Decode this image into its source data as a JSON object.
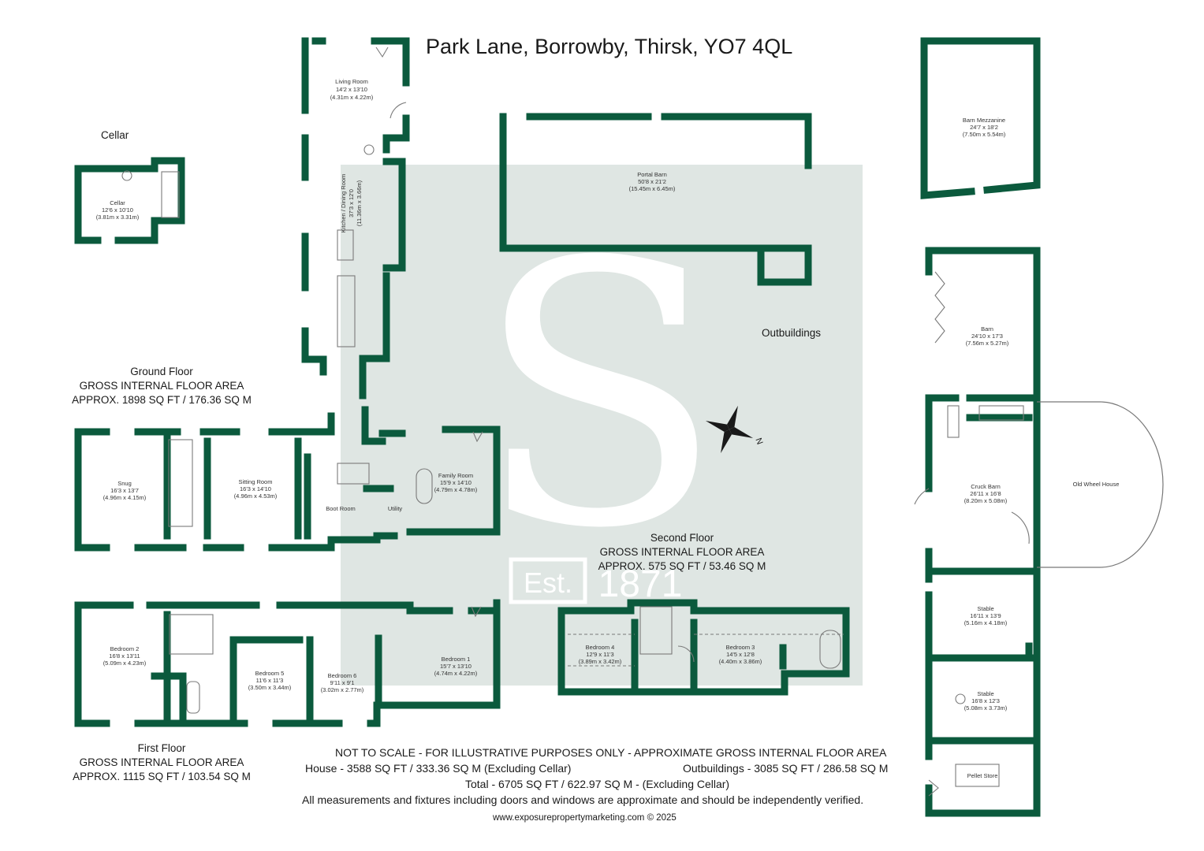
{
  "title": "Park Lane, Borrowby, Thirsk, YO7 4QL",
  "colors": {
    "wall": "#0b5a3d",
    "watermark_panel": "#dfe6e3",
    "watermark_mark": "#ffffff"
  },
  "watermark": {
    "letter": "S",
    "est": "Est.",
    "year": "1871"
  },
  "sections": {
    "cellar": "Cellar",
    "outbuildings": "Outbuildings"
  },
  "floors": {
    "ground": {
      "name": "Ground Floor",
      "line1": "GROSS INTERNAL FLOOR AREA",
      "line2": "APPROX. 1898 SQ FT / 176.36 SQ M"
    },
    "first": {
      "name": "First Floor",
      "line1": "GROSS INTERNAL FLOOR AREA",
      "line2": "APPROX. 1115 SQ FT / 103.54 SQ M"
    },
    "second": {
      "name": "Second Floor",
      "line1": "GROSS INTERNAL FLOOR AREA",
      "line2": "APPROX. 575 SQ FT / 53.46 SQ M"
    }
  },
  "rooms": {
    "living": {
      "name": "Living Room",
      "imperial": "14'2 x 13'10",
      "metric": "(4.31m x 4.22m)"
    },
    "kitchen": {
      "name": "Kitchen / Dining Room",
      "imperial": "37'3 x 12'0",
      "metric": "(11.36m x 3.66m)"
    },
    "cellar": {
      "name": "Cellar",
      "imperial": "12'6 x 10'10",
      "metric": "(3.81m x 3.31m)"
    },
    "snug": {
      "name": "Snug",
      "imperial": "16'3 x 13'7",
      "metric": "(4.96m x 4.15m)"
    },
    "sitting": {
      "name": "Sitting Room",
      "imperial": "16'3 x 14'10",
      "metric": "(4.96m x 4.53m)"
    },
    "boot": {
      "name": "Boot Room"
    },
    "utility": {
      "name": "Utility"
    },
    "family": {
      "name": "Family Room",
      "imperial": "15'9 x 14'10",
      "metric": "(4.79m x 4.78m)"
    },
    "portal": {
      "name": "Portal Barn",
      "imperial": "50'8 x 21'2",
      "metric": "(15.45m x 6.45m)"
    },
    "mezz": {
      "name": "Barn Mezzanine",
      "imperial": "24'7 x 18'2",
      "metric": "(7.50m x 5.54m)"
    },
    "barn": {
      "name": "Barn",
      "imperial": "24'10 x 17'3",
      "metric": "(7.56m x 5.27m)"
    },
    "cruck": {
      "name": "Cruck Barn",
      "imperial": "26'11 x 16'8",
      "metric": "(8.20m x 5.08m)"
    },
    "wheel": {
      "name": "Old Wheel House"
    },
    "stable1": {
      "name": "Stable",
      "imperial": "16'11 x 13'9",
      "metric": "(5.16m x 4.18m)"
    },
    "stable2": {
      "name": "Stable",
      "imperial": "16'8 x 12'3",
      "metric": "(5.08m x 3.73m)"
    },
    "pellet": {
      "name": "Pellet Store"
    },
    "bed2": {
      "name": "Bedroom 2",
      "imperial": "16'8 x 13'11",
      "metric": "(5.09m x 4.23m)"
    },
    "bed5": {
      "name": "Bedroom 5",
      "imperial": "11'6 x 11'3",
      "metric": "(3.50m x 3.44m)"
    },
    "bed6": {
      "name": "Bedroom 6",
      "imperial": "9'11 x 9'1",
      "metric": "(3.02m x 2.77m)"
    },
    "bed1": {
      "name": "Bedroom 1",
      "imperial": "15'7 x 13'10",
      "metric": "(4.74m x 4.22m)"
    },
    "bed4": {
      "name": "Bedroom 4",
      "imperial": "12'9 x 11'3",
      "metric": "(3.89m x 3.42m)"
    },
    "bed3": {
      "name": "Bedroom 3",
      "imperial": "14'5 x 12'8",
      "metric": "(4.40m x 3.86m)"
    }
  },
  "compass": {
    "label": "N"
  },
  "footer": {
    "disclaimer": "NOT TO SCALE - FOR ILLUSTRATIVE PURPOSES ONLY - APPROXIMATE GROSS INTERNAL FLOOR AREA",
    "house": "House - 3588 SQ FT / 333.36 SQ M (Excluding Cellar)",
    "outbuildings": "Outbuildings - 3085 SQ FT / 286.58 SQ M",
    "total": "Total - 6705 SQ FT / 622.97 SQ M - (Excluding Cellar)",
    "verify": "All measurements and fixtures including doors and windows are approximate and should be independently verified.",
    "credit": "www.exposurepropertymarketing.com © 2025"
  }
}
